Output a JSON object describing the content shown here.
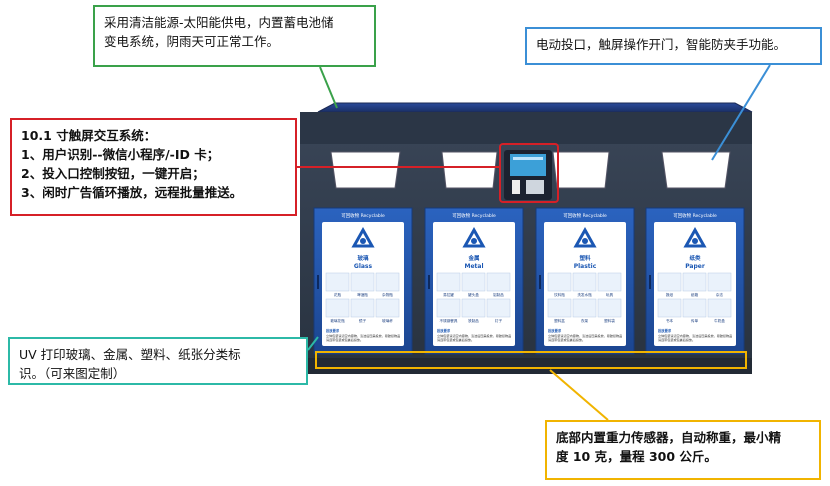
{
  "callouts": {
    "solar": [
      "采用清洁能源-太阳能供电，内置蓄电池储",
      "变电系统，阴雨天可正常工作。"
    ],
    "electric": [
      "电动投口，触屏操作开门，智能防夹手功能。"
    ],
    "touch": [
      "10.1 寸触屏交互系统：",
      "1、用户识别--微信小程序/-ID 卡；",
      "2、投入口控制按钮，一键开启；",
      "3、闲时广告循环播放，远程批量推送。"
    ],
    "uv": [
      "UV 打印玻璃、金属、塑料、纸张分类标",
      "识。（可来图定制）"
    ],
    "weight": [
      "底部内置重力传感器，自动称重，最小精",
      "度 10 克，量程 300 公斤。"
    ]
  },
  "bins": [
    {
      "header": "可回收物  Recyclable",
      "cn": "玻璃",
      "en": "Glass",
      "items": [
        "花瓶",
        "啤酒瓶",
        "杂物瓶",
        "玻璃花瓶",
        "镜子",
        "玻璃杯"
      ],
      "note_label": "投放要求",
      "note": "立体包装请清空内容物，清洁后压扁投放，易破损物品请连带包装或包裹后投放。"
    },
    {
      "header": "可回收物  Recyclable",
      "cn": "金属",
      "en": "Metal",
      "items": [
        "易拉罐",
        "罐头盒",
        "铝制品",
        "不锈钢餐具",
        "铁制品",
        "钉子"
      ],
      "note_label": "投放要求",
      "note": "立体包装请清空内容物，清洁后压扁投放，易破损物品请连带包装或包裹后投放。"
    },
    {
      "header": "可回收物  Recyclable",
      "cn": "塑料",
      "en": "Plastic",
      "items": [
        "饮料瓶",
        "洗发水瓶",
        "玩具",
        "塑料盆",
        "衣架",
        "塑料袋"
      ],
      "note_label": "投放要求",
      "note": "立体包装请清空内容物，清洁后压扁投放，易破损物品请连带包装或包裹后投放。"
    },
    {
      "header": "可回收物  Recyclable",
      "cn": "纸类",
      "en": "Paper",
      "items": [
        "报纸",
        "纸箱",
        "杂志",
        "书本",
        "传单",
        "牛奶盒"
      ],
      "note_label": "投放要求",
      "note": "立体包装请清空内容物，清洁后压扁投放，易破损物品请连带包装或包裹后投放。"
    }
  ],
  "colors": {
    "cabinet": "#2e3a4a",
    "panel": "#1e4fa0",
    "green": "#3aa14a",
    "red": "#d62027",
    "blue": "#3b8fd6",
    "teal": "#2cb9a7",
    "yellow": "#f1b400"
  },
  "icons": [
    "recycle-icon",
    "touchscreen-icon"
  ]
}
